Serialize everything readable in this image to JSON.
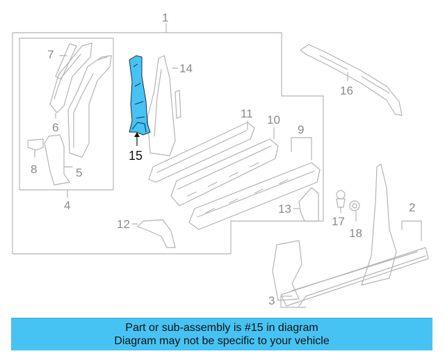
{
  "diagram": {
    "highlight_color": "#47c3f3",
    "line_color": "#b3b3b3",
    "callouts": {
      "c1": "1",
      "c2": "2",
      "c3": "3",
      "c4": "4",
      "c5": "5",
      "c6": "6",
      "c7": "7",
      "c8": "8",
      "c9": "9",
      "c10": "10",
      "c11": "11",
      "c12": "12",
      "c13": "13",
      "c14": "14",
      "c15": "15",
      "c16": "16",
      "c17": "17",
      "c18": "18"
    }
  },
  "banner": {
    "line1": "Part or sub-assembly is #15 in diagram",
    "line2": "Diagram may not be specific to your vehicle",
    "background": "#47c3f3"
  }
}
